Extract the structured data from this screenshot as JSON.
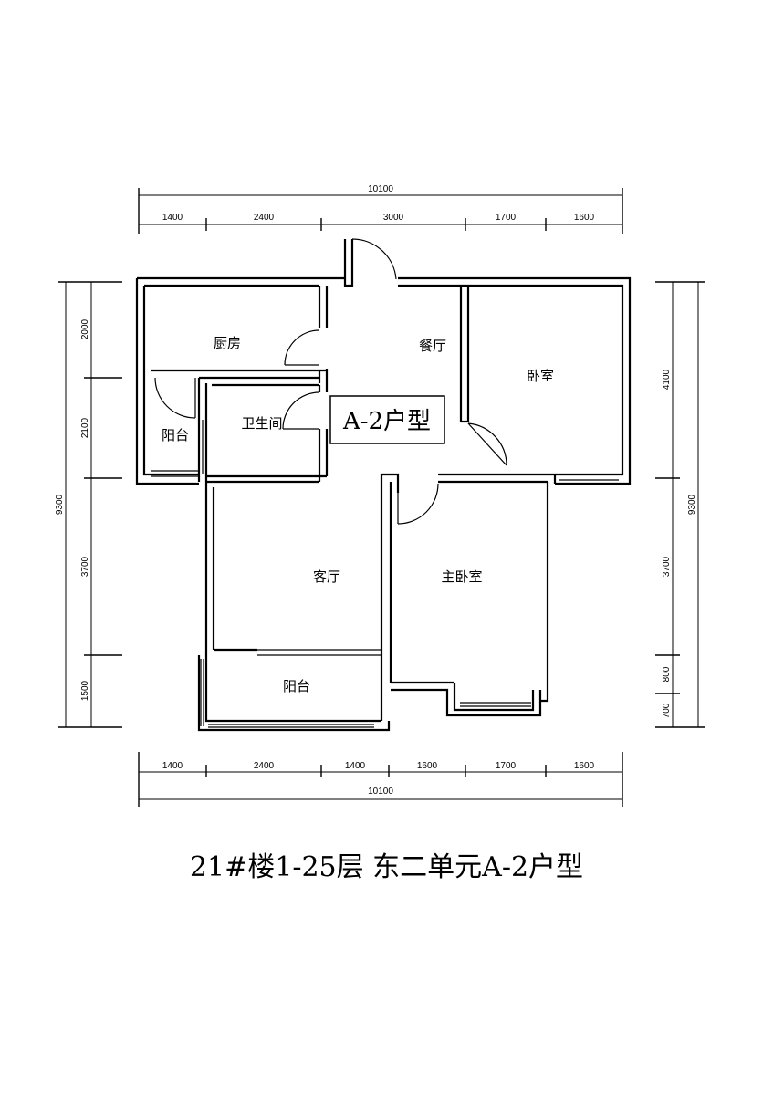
{
  "unit_label": "A-2户型",
  "caption": "21#楼1-25层 东二单元A-2户型",
  "rooms": {
    "kitchen": "厨房",
    "dining": "餐厅",
    "bedroom": "卧室",
    "bathroom": "卫生间",
    "balcony_small": "阳台",
    "living": "客厅",
    "master_bedroom": "主卧室",
    "balcony_south": "阳台"
  },
  "dimensions": {
    "top_total": "10100",
    "top_segments": [
      "1400",
      "2400",
      "3000",
      "1700",
      "1600"
    ],
    "bottom_total": "10100",
    "bottom_segments": [
      "1400",
      "2400",
      "1400",
      "1600",
      "1700",
      "1600"
    ],
    "left_total": "9300",
    "left_segments": [
      "2000",
      "2100",
      "3700",
      "1500"
    ],
    "right_total": "9300",
    "right_segments": [
      "4100",
      "3700",
      "800",
      "700"
    ]
  }
}
